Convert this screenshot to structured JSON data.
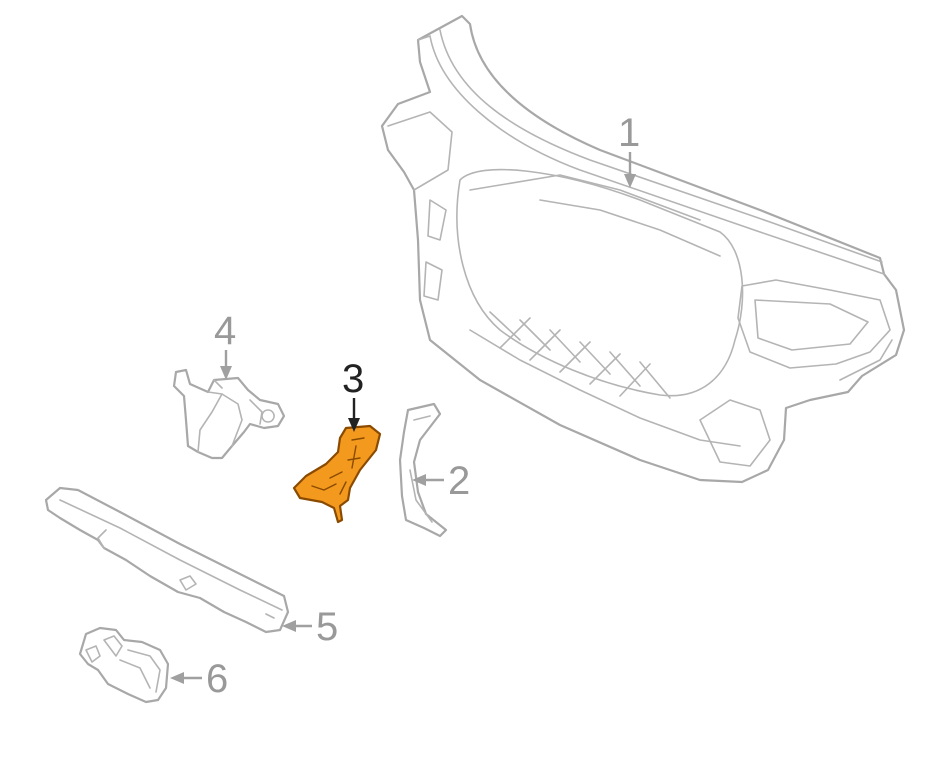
{
  "callouts": [
    {
      "id": "1",
      "label": "1",
      "part": "radiator-support-panel",
      "highlighted": false
    },
    {
      "id": "2",
      "label": "2",
      "part": "side-bracket",
      "highlighted": false
    },
    {
      "id": "3",
      "label": "3",
      "part": "center-bracket",
      "highlighted": true
    },
    {
      "id": "4",
      "label": "4",
      "part": "hood-latch-bracket",
      "highlighted": false
    },
    {
      "id": "5",
      "label": "5",
      "part": "lower-tie-bar",
      "highlighted": false
    },
    {
      "id": "6",
      "label": "6",
      "part": "lock-cylinder",
      "highlighted": false
    }
  ],
  "colors": {
    "highlight_fill": "#f39a1e",
    "highlight_stroke": "#8a4a00",
    "line_gray": "#a8a8a8",
    "label_gray": "#999999",
    "label_active": "#222222"
  }
}
